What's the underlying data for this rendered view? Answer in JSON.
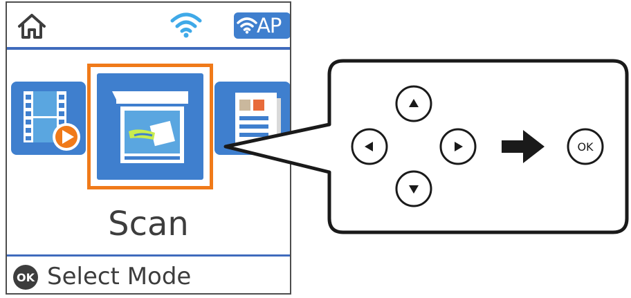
{
  "status": {
    "home_icon": "home-icon",
    "wifi_icon": "wifi-icon",
    "ap_label": "AP",
    "accent_color": "#3f7fce"
  },
  "modes": {
    "previous_icon": "video-play-icon",
    "selected_icon": "scan-icon",
    "next_icon": "document-icon",
    "selected_label": "Scan",
    "selection_color": "#f07a19"
  },
  "hint": {
    "ok_badge": "OK",
    "text": "Select Mode"
  },
  "callout": {
    "up_icon": "arrow-up-icon",
    "down_icon": "arrow-down-icon",
    "left_icon": "arrow-left-icon",
    "right_icon": "arrow-right-icon",
    "then_icon": "right-arrow-icon",
    "ok_label": "OK"
  }
}
